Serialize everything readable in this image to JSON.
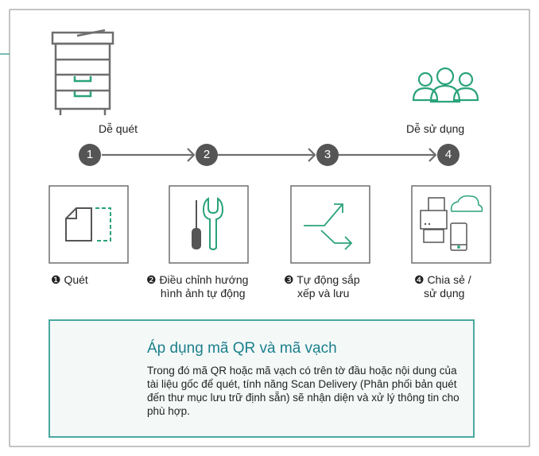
{
  "top_labels": {
    "easy_scan": "Dễ quét",
    "easy_use": "Dễ sử dụng"
  },
  "steps": [
    {
      "number": "1",
      "caption_line1": "❶ Quét",
      "caption_line2": ""
    },
    {
      "number": "2",
      "caption_line1": "❷ Điều chỉnh hướng",
      "caption_line2": "hình ảnh tự động"
    },
    {
      "number": "3",
      "caption_line1": "❸ Tự động sắp",
      "caption_line2": "xếp và lưu"
    },
    {
      "number": "4",
      "caption_line1": "❹ Chia sẻ /",
      "caption_line2": "sử dụng"
    }
  ],
  "qr_section": {
    "title": "Áp dụng mã QR và mã vạch",
    "description": "Trong đó mã QR hoặc mã vạch có trên tờ đầu hoặc nội dung của tài liệu gốc để quét, tính năng Scan Delivery (Phân phối bản quét đến thư mục lưu trữ định sẵn) sẽ nhận diện và xử lý thông tin cho phù hợp."
  },
  "colors": {
    "accent_green": "#2ba37a",
    "teal": "#4aa8a0",
    "title_blue": "#1b7f8c",
    "gray_dark": "#555555",
    "gray_line": "#6e6e6e"
  }
}
